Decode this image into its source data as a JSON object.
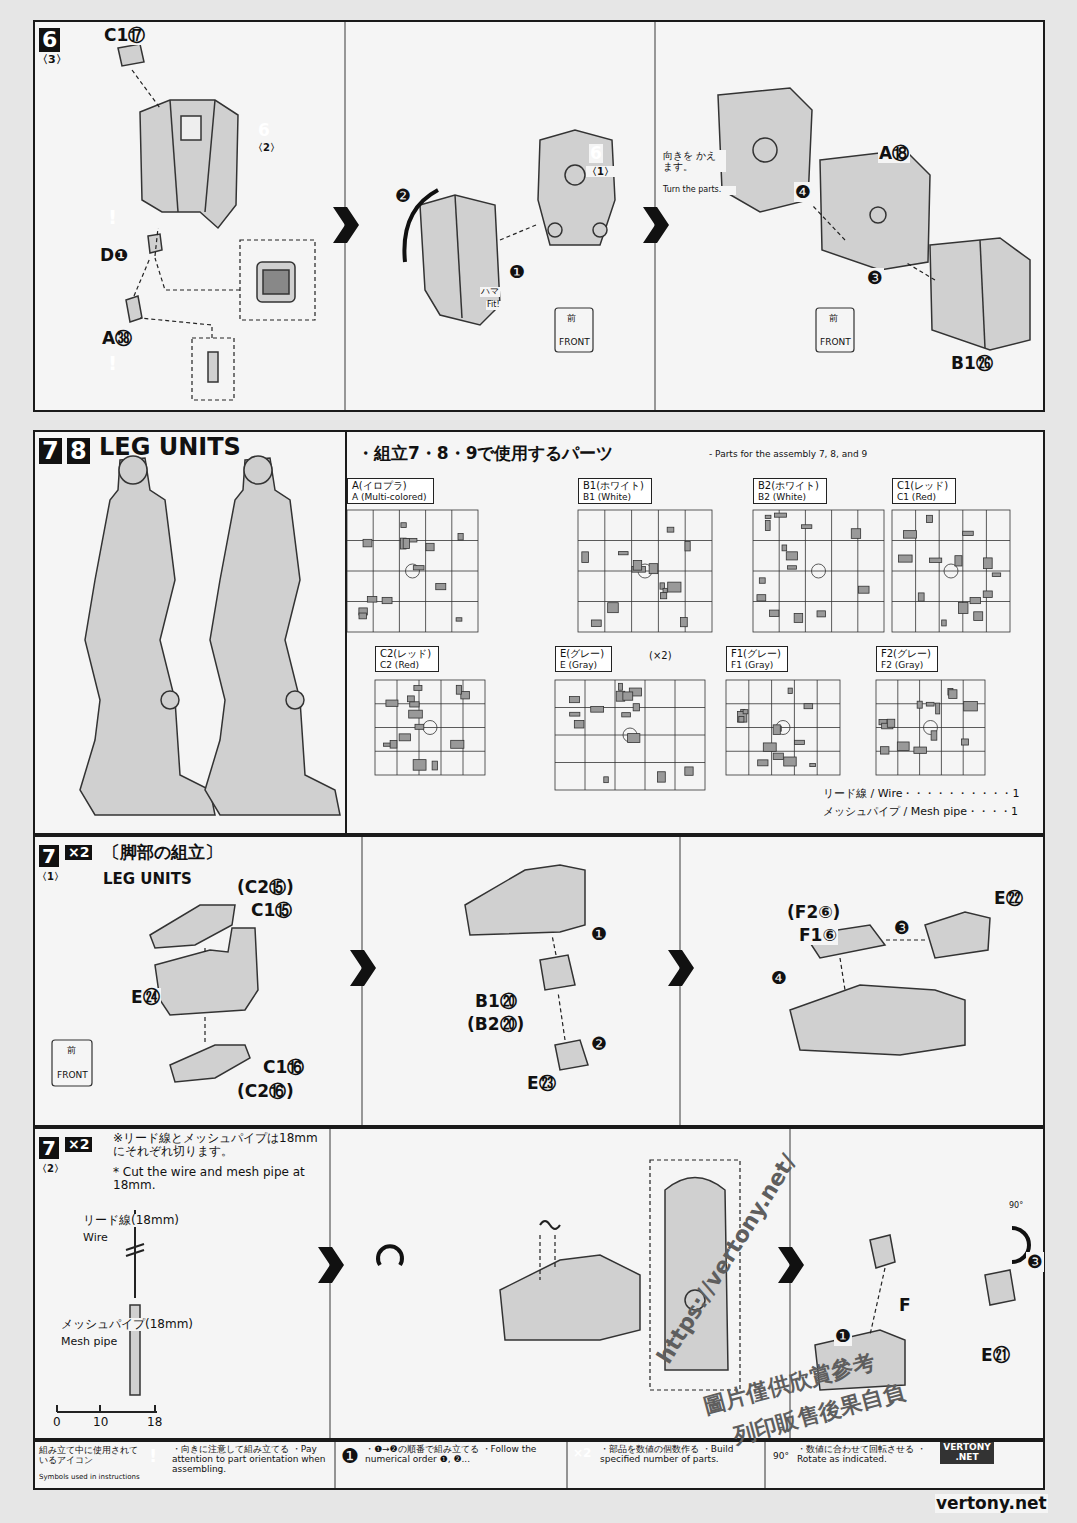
{
  "diagram": {
    "nodes": [
      {
        "text": [
          "6",
          "〈3〉"
        ]
      },
      {
        "text": [
          "7",
          "8",
          "LEG UNITS"
        ]
      },
      {
        "text": [
          "・組立7・8・9で使用するパーツ",
          "- Parts for the assembly 7, 8, and 9"
        ],
        "in": 1
      },
      {
        "text": [
          "A(イロプラ)",
          "A (Multi-colored)"
        ],
        "in": 2
      },
      {
        "text": [
          "B1(ホワイト)",
          "B1 (White)"
        ],
        "in": 2
      },
      {
        "text": [
          "B2(ホワイト)",
          "B2 (White)"
        ],
        "in": 2
      },
      {
        "text": [
          "C1(レッド)",
          "C1 (Red)"
        ],
        "in": 2
      },
      {
        "text": [
          "C2(レッド)",
          "C2 (Red)"
        ],
        "in": 2
      },
      {
        "text": [
          "E(グレー)",
          "E (Gray)"
        ],
        "in": 2
      },
      {
        "text": [
          "F1(グレー)",
          "F1 (Gray)"
        ],
        "in": 2
      },
      {
        "text": [
          "F2(グレー)",
          "F2 (Gray)"
        ],
        "in": 2
      },
      {
        "text": [
          "7",
          "〈1〉",
          "×2",
          "〔脚部の組立〕",
          "LEG UNITS"
        ]
      },
      {
        "text": [
          "7",
          "〈2〉",
          "×2"
        ]
      },
      {
        "text": [
          "組み立て中に使用されているアイコン",
          "Symbols used in instructions"
        ]
      }
    ],
    "labels": [
      "C1⑰",
      "6",
      "〈2〉",
      "!",
      "D❶",
      "A㊳",
      "!",
      "❷",
      "❶",
      "ハマ",
      "Fit!",
      "6",
      "〈1〉",
      "前",
      "FRONT",
      "向きを かえます。",
      "Turn the parts.",
      "A⑱",
      "❹",
      "❸",
      "B1㉖",
      "前",
      "FRONT",
      "(×2)",
      "リード線 / Wire・・・・・・・・・・1",
      "メッシュパイプ / Mesh pipe・・・・1",
      "(C2⑮)",
      "C1⑮",
      "E㉔",
      "C1⑯",
      "(C2⑯)",
      "前",
      "FRONT",
      "❶",
      "B1⑳",
      "(B2⑳)",
      "❷",
      "E㉓",
      "(F2⑥)",
      "F1⑥",
      "❸",
      "E㉒",
      "❹",
      "※リード線とメッシュパイプは18mmにそれぞれ切ります。",
      "* Cut the wire and mesh pipe at 18mm.",
      "リード線(18mm)",
      "Wire",
      "メッシュパイプ(18mm)",
      "Mesh pipe",
      "0",
      "10",
      "18",
      "F",
      "❶",
      "90°",
      "❸",
      "E㉑",
      "!",
      "❶",
      "×2",
      "90°",
      "https://vertony.net/",
      "圖片僅供欣賞參考",
      "列印販售後果自負",
      "VERTONY .NET",
      "vertony.net"
    ],
    "legend": [
      {
        "text": "・向きに注意して組み立てる ・Pay attention to part orientation when assembling."
      },
      {
        "text": "・❶→❷の順番で組み立てる ・Follow the numerical order ❶, ❷..."
      },
      {
        "text": "・部品を数値の個数作る ・Build specified number of parts."
      },
      {
        "text": "・数値に合わせて回転させる ・Rotate as indicated."
      }
    ]
  }
}
